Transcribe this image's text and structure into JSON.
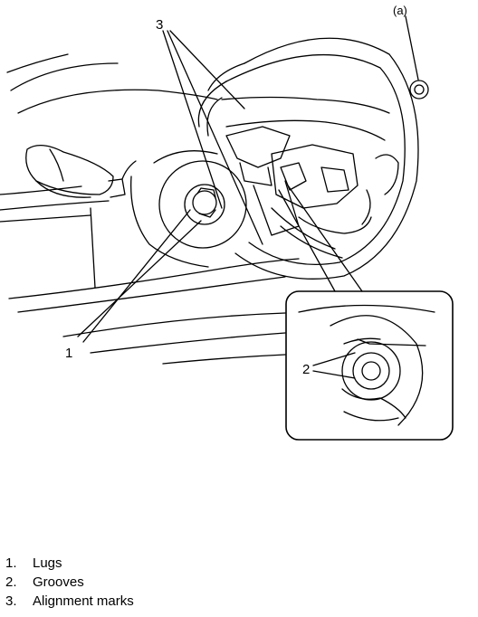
{
  "callouts": {
    "c1": "1",
    "c2": "2",
    "c3": "3",
    "ca": "(a)"
  },
  "legend": [
    {
      "num": "1.",
      "text": "Lugs"
    },
    {
      "num": "2.",
      "text": "Grooves"
    },
    {
      "num": "3.",
      "text": "Alignment marks"
    }
  ],
  "colors": {
    "ink": "#000000",
    "paper": "#ffffff"
  }
}
